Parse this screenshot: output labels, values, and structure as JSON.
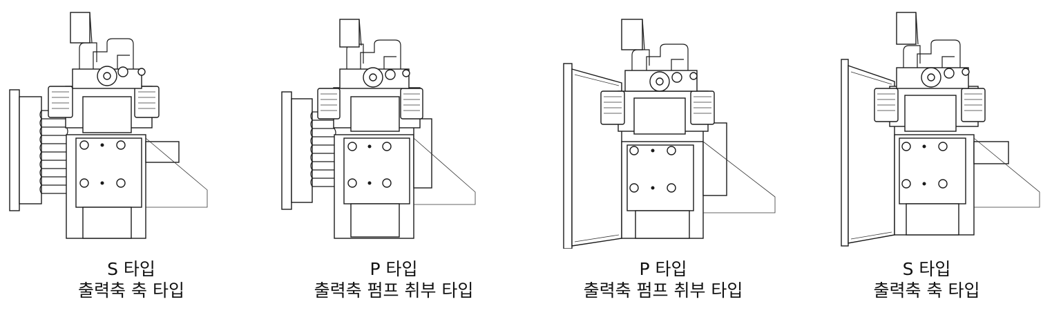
{
  "panels": [
    {
      "type_label": "S 타입",
      "description": "출력축 축 타입",
      "variant": "pulley-shaft"
    },
    {
      "type_label": "P 타입",
      "description": "출력축 펌프 취부 타입",
      "variant": "pulley-pump"
    },
    {
      "type_label": "P 타입",
      "description": "출력축 펌프 취부 타입",
      "variant": "housing-pump"
    },
    {
      "type_label": "S 타입",
      "description": "출력축 축 타입",
      "variant": "housing-shaft"
    }
  ],
  "colors": {
    "line": "#1a1a1a",
    "background": "#ffffff"
  }
}
